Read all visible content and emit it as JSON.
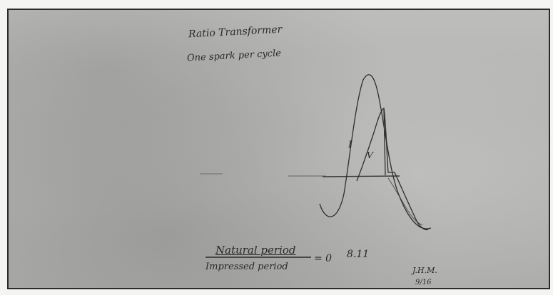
{
  "note": {
    "title_line_1": "Ratio Transformer",
    "title_line_2": "One spark per cycle",
    "curve_label_i": "I",
    "curve_label_v": "V",
    "ratio_numerator": "Natural period",
    "ratio_denominator": "Impressed period",
    "ratio_equals": "= 0",
    "ratio_value": "8.11",
    "initials": "J.H.M.",
    "date": "9/16"
  }
}
